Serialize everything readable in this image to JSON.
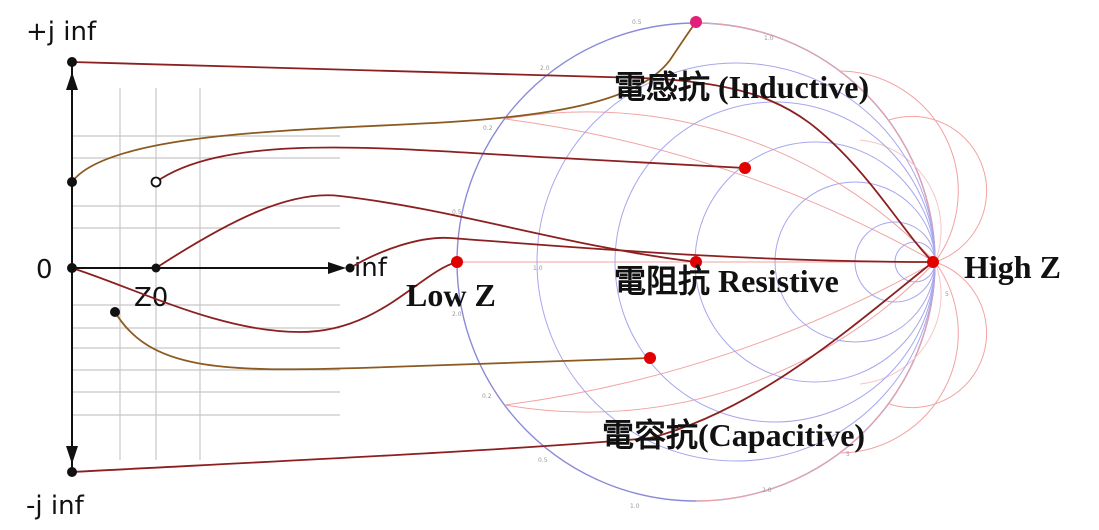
{
  "colors": {
    "smith_resistance_circles": "#a6a6ee",
    "smith_reactance_arcs": "#f2a2a2",
    "connector_red": "#8c1f1f",
    "connector_brown": "#8a5a20",
    "smith_points": "#e00000",
    "top_point": "#e0207a"
  },
  "left_plane": {
    "top_label": "+j inf",
    "bottom_label": "-j inf",
    "origin_label": "0",
    "z0_label": "Z0",
    "right_label": "inf"
  },
  "smith_chart": {
    "low_z_label": "Low Z",
    "high_z_label": "High Z",
    "inductive_label": "電感抗 (Inductive)",
    "resistive_label": "電阻抗 Resistive",
    "capacitive_label": "電容抗(Capacitive)",
    "tick_labels": [
      "0.5",
      "1.0",
      "2.0",
      "0.2",
      "0.5",
      "1.0",
      "2.0",
      "5",
      "0.2",
      "0.5",
      "1.0",
      "2.0",
      "5"
    ]
  }
}
